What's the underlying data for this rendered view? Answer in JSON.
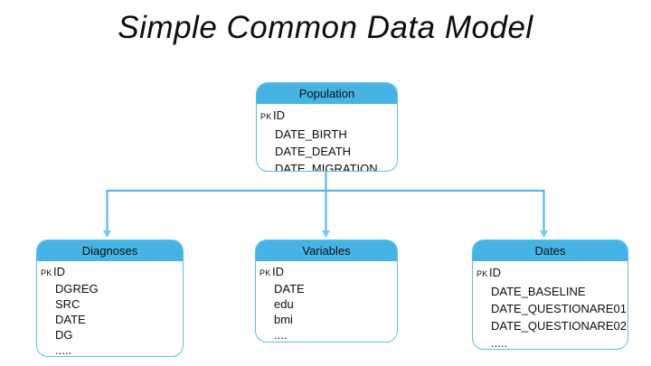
{
  "title": "Simple Common Data Model",
  "colors": {
    "accent": "#45b4e4",
    "box_border": "#58c0ec",
    "arrowhead": "#74c9ef",
    "text": "#0d0d0d",
    "background": "#ffffff"
  },
  "diagram": {
    "entities": [
      {
        "name": "Population",
        "fields": [
          {
            "key": "PK",
            "name": "ID"
          },
          {
            "key": "",
            "name": "DATE_BIRTH"
          },
          {
            "key": "",
            "name": "DATE_DEATH"
          },
          {
            "key": "",
            "name": "DATE_MIGRATION"
          }
        ]
      },
      {
        "name": "Diagnoses",
        "fields": [
          {
            "key": "PK",
            "name": "ID"
          },
          {
            "key": "",
            "name": "DGREG"
          },
          {
            "key": "",
            "name": "SRC"
          },
          {
            "key": "",
            "name": "DATE"
          },
          {
            "key": "",
            "name": "DG"
          },
          {
            "key": "",
            "name": "....."
          }
        ]
      },
      {
        "name": "Variables",
        "fields": [
          {
            "key": "PK",
            "name": "ID"
          },
          {
            "key": "",
            "name": "DATE"
          },
          {
            "key": "",
            "name": "edu"
          },
          {
            "key": "",
            "name": "bmi"
          },
          {
            "key": "",
            "name": "...."
          }
        ]
      },
      {
        "name": "Dates",
        "fields": [
          {
            "key": "PK",
            "name": "ID"
          },
          {
            "key": "",
            "name": "DATE_BASELINE"
          },
          {
            "key": "",
            "name": "DATE_QUESTIONARE01"
          },
          {
            "key": "",
            "name": "DATE_QUESTIONARE02"
          },
          {
            "key": "",
            "name": "....."
          }
        ]
      }
    ],
    "relationships": [
      {
        "from": "Population",
        "to": "Diagnoses"
      },
      {
        "from": "Population",
        "to": "Variables"
      },
      {
        "from": "Population",
        "to": "Dates"
      }
    ]
  }
}
